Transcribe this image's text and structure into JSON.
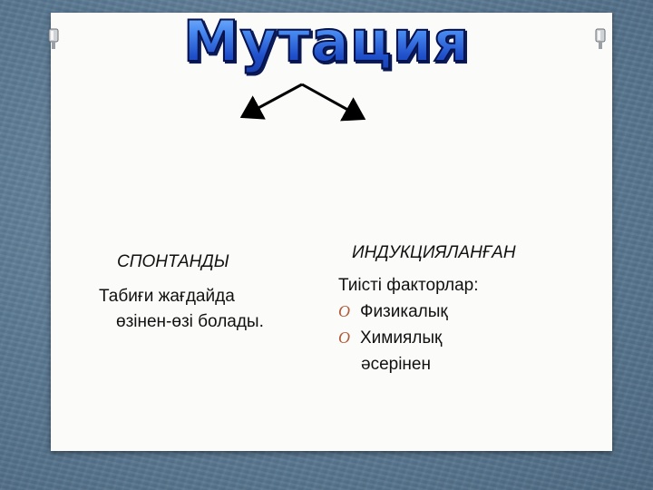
{
  "title": "Мутация",
  "left": {
    "heading": "СПОНТАНДЫ",
    "line1": "Табиғи жағдайда",
    "line2": "өзінен-өзі болады."
  },
  "right": {
    "heading": "ИНДУКЦИЯЛАНҒАН",
    "intro": "Тиісті факторлар:",
    "bullets": [
      "Физикалық",
      "Химиялық"
    ],
    "tail": "әсерінен"
  },
  "colors": {
    "background": "#5f7e98",
    "paper": "#fbfbf9",
    "title_fill": "#2a5bd7",
    "bullet": "#b15a3a"
  }
}
